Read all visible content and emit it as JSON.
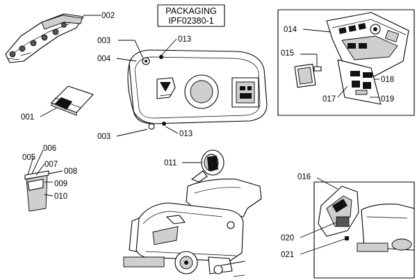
{
  "title_box": {
    "line1": "PACKAGING",
    "line2": "IPF02380-1"
  },
  "callouts": {
    "c001": "001",
    "c002": "002",
    "c003_top": "003",
    "c003_bottom": "003",
    "c004": "004",
    "c005": "005",
    "c006": "006",
    "c007": "007",
    "c008": "008",
    "c009": "009",
    "c010": "010",
    "c011": "011",
    "c013_top": "013",
    "c013_bottom": "013",
    "c014": "014",
    "c015": "015",
    "c016": "016",
    "c017": "017",
    "c018": "018",
    "c019": "019",
    "c020": "020",
    "c021": "021"
  }
}
